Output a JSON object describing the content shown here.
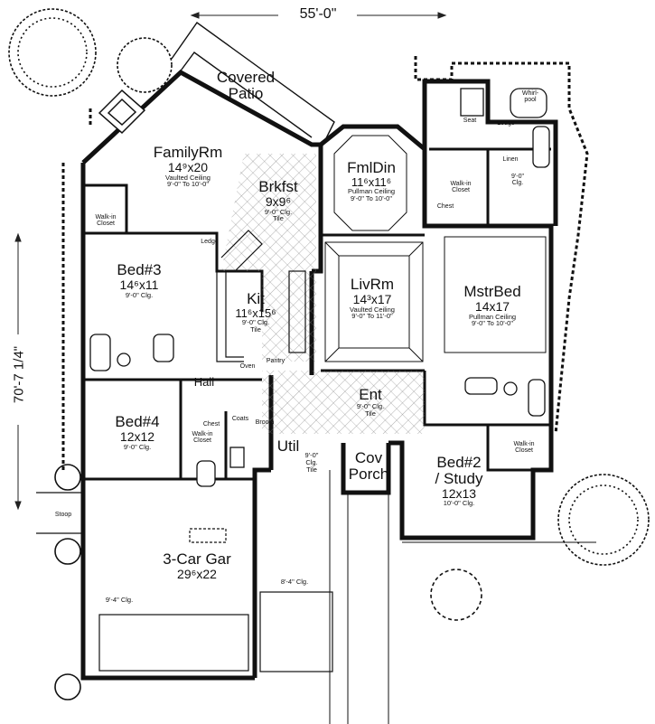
{
  "overall_width": "55'-0\"",
  "overall_depth": "70'-7 1/4\"",
  "rooms": {
    "covered_patio": {
      "name_line1": "Covered",
      "name_line2": "Patio"
    },
    "family_room": {
      "name": "FamilyRm",
      "size": "14⁹x20",
      "ceiling1": "Vaulted Ceiling",
      "ceiling2": "9'-0\" To 10'-0\""
    },
    "breakfast": {
      "name": "Brkfst",
      "size": "9x9⁶",
      "ceiling1": "9'-0\" Clg.",
      "ceiling2": "Tile"
    },
    "formal_dining": {
      "name": "FmlDin",
      "size": "11⁶x11⁶",
      "ceiling1": "Pullman Ceiling",
      "ceiling2": "9'-0\" To 10'-0\""
    },
    "bed3": {
      "name": "Bed#3",
      "size": "14⁶x11",
      "ceiling": "9'-0\" Clg."
    },
    "kitchen": {
      "name": "Kit",
      "size": "11⁶x15⁶",
      "ceiling1": "9'-0\" Clg.",
      "ceiling2": "Tile"
    },
    "living_room": {
      "name": "LivRm",
      "size": "14³x17",
      "ceiling1": "Vaulted Ceiling",
      "ceiling2": "9'-0\" To 11'-0\""
    },
    "master_bed": {
      "name": "MstrBed",
      "size": "14x17",
      "ceiling1": "Pullman Ceiling",
      "ceiling2": "9'-0\" To 10'-0\""
    },
    "bed4": {
      "name": "Bed#4",
      "size": "12x12",
      "ceiling": "9'-0\" Clg."
    },
    "entry": {
      "name": "Ent",
      "ceiling1": "9'-0\" Clg.",
      "ceiling2": "Tile"
    },
    "utility": {
      "name": "Util",
      "ceiling1": "9'-0\"",
      "ceiling2": "Clg.",
      "ceiling3": "Tile"
    },
    "covered_porch": {
      "name_line1": "Cov",
      "name_line2": "Porch"
    },
    "bed2": {
      "name_line1": "Bed#2",
      "name_line2": "/ Study",
      "size": "12x13",
      "ceiling": "10'-0\" Clg."
    },
    "garage": {
      "name": "3-Car Gar",
      "size": "29⁶x22",
      "ceiling_left": "9'-4\" Clg.",
      "ceiling_right": "8'-4\" Clg."
    }
  },
  "fixtures": {
    "walk_in_closet": "Walk-in Closet",
    "walk_in_closet_bed3": "Walk-in Closet",
    "walk_in_closet_bed2": "Walk-in Closet",
    "walk_in_closet_bed4": "Walk-in Closet",
    "linen": "Linen",
    "chest": "Chest",
    "chest_bed4": "Chest",
    "ledge_fam": "Ledge",
    "ledge_bath": "Ledge",
    "seat": "Seat",
    "whirlpool": "Whirl-pool",
    "bath_ceiling1": "9'-0\"",
    "bath_ceiling2": "Clg.",
    "oven": "Oven",
    "pantry": "Pantry",
    "coats": "Coats",
    "broom": "Broom",
    "hall": "Hall",
    "stoop": "Stoop"
  }
}
